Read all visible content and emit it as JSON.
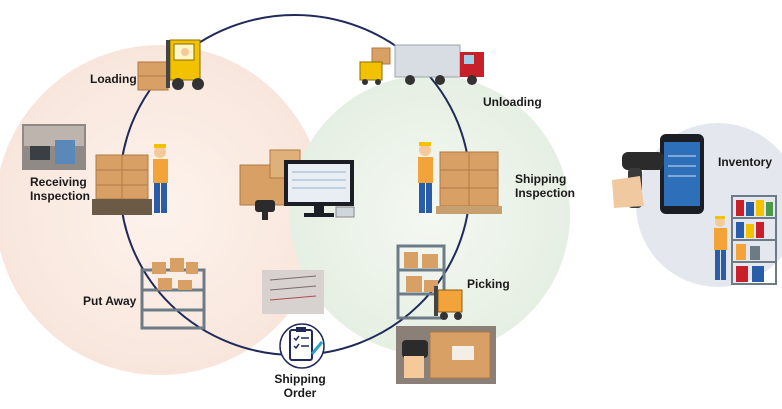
{
  "diagram": {
    "labels": {
      "loading": "Loading",
      "unloading": "Unloading",
      "receiving_line1": "Receiving",
      "receiving_line2": "Inspection",
      "shipping_inspection_line1": "Shipping",
      "shipping_inspection_line2": "Inspection",
      "put_away": "Put Away",
      "picking": "Picking",
      "shipping_order_line1": "Shipping",
      "shipping_order_line2": "Order",
      "inventory": "Inventory"
    },
    "colors": {
      "left_blob": "#fbeee6",
      "right_blob": "#eef4ec",
      "inventory_blob": "#e5e9ef",
      "cycle_ring": "#1f2a5a",
      "box": "#d9a066",
      "worker_vest": "#f2a33a",
      "forklift": "#f2c200",
      "truck_cab": "#c8202a",
      "shelf": "#6d7b86"
    },
    "icons": [
      "forklift-icon",
      "truck-icon",
      "clipboard-checklist-icon",
      "barcode-scanner-icon",
      "computer-monitor-icon",
      "warehouse-shelf-icon",
      "worker-icon",
      "box-stack-icon",
      "smartphone-icon"
    ]
  }
}
